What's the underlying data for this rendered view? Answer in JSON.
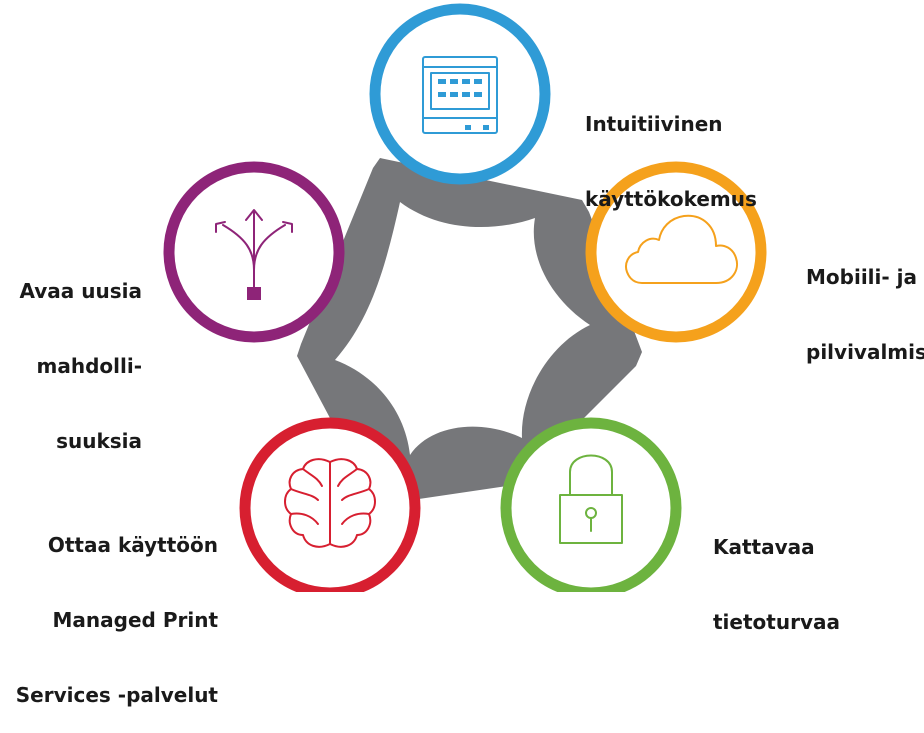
{
  "features": [
    {
      "id": "ux",
      "lines": [
        "Intuitiivinen",
        "käyttökokemus"
      ],
      "color": "#2f9bd6",
      "icon": "touchscreen-icon"
    },
    {
      "id": "cloud",
      "lines": [
        "Mobiili- ja",
        "pilvivalmis"
      ],
      "color": "#f5a11c",
      "icon": "cloud-icon"
    },
    {
      "id": "security",
      "lines": [
        "Kattavaa",
        "tietoturvaa"
      ],
      "color": "#6db33f",
      "icon": "padlock-icon"
    },
    {
      "id": "mps",
      "lines": [
        "Ottaa käyttöön",
        "Managed Print",
        "Services -palvelut"
      ],
      "color": "#d71f30",
      "icon": "brain-icon"
    },
    {
      "id": "opportunities",
      "lines": [
        "Avaa uusia",
        "mahdolli-",
        "suuksia"
      ],
      "color": "#8e2478",
      "icon": "branching-arrows-icon"
    }
  ],
  "ring_color": "#76777a"
}
